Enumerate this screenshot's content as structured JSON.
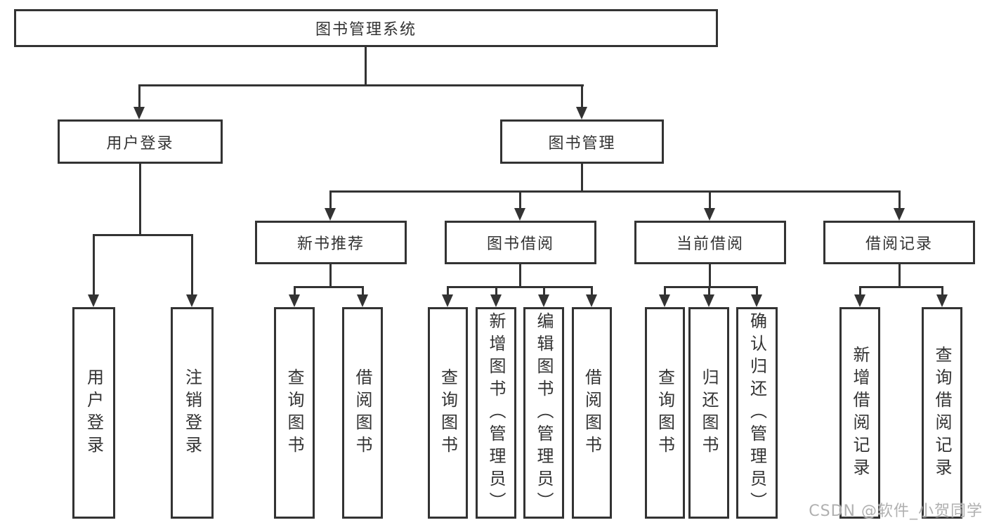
{
  "diagram_title": "图书管理系统",
  "watermark": "CSDN @软件_小贺同学",
  "colors": {
    "line": "#333333",
    "box_background": "#ffffff",
    "text": "#333333",
    "watermark": "#b0b0b0"
  },
  "nodes": {
    "root": "图书管理系统",
    "user_login_branch": "用户登录",
    "book_management": "图书管理",
    "new_book_recommend": "新书推荐",
    "book_borrow": "图书借阅",
    "current_borrow": "当前借阅",
    "borrow_records": "借阅记录",
    "ul_user_login": "用户登录",
    "ul_logout": "注销登录",
    "nb_query_books": "查询图书",
    "nb_borrow_books": "借阅图书",
    "bb_query_books": "查询图书",
    "bb_add_books_admin": "新增图书（管理员）",
    "bb_edit_books_admin": "编辑图书（管理员）",
    "bb_borrow_books": "借阅图书",
    "cb_query_books": "查询图书",
    "cb_return_books": "归还图书",
    "cb_confirm_return_admin": "确认归还（管理员）",
    "br_add_record": "新增借阅记录",
    "br_query_record": "查询借阅记录"
  }
}
